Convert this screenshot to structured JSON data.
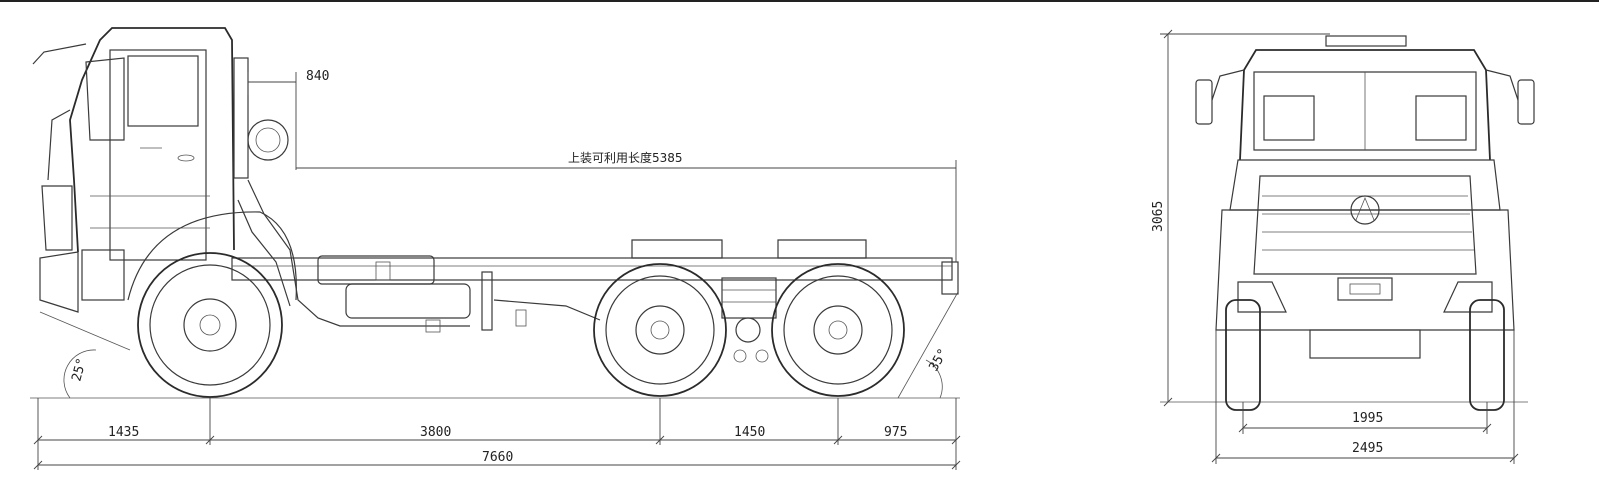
{
  "side_view": {
    "dimensions": {
      "exhaust_offset": "840",
      "body_length": "上装可利用长度5385",
      "front_overhang": "1435",
      "wheelbase_1": "3800",
      "wheelbase_2": "1450",
      "rear_overhang": "975",
      "overall_length": "7660",
      "approach_angle": "25°",
      "departure_angle": "35°"
    }
  },
  "front_view": {
    "dimensions": {
      "overall_height": "3065",
      "track_width": "1995",
      "overall_width": "2495"
    }
  }
}
